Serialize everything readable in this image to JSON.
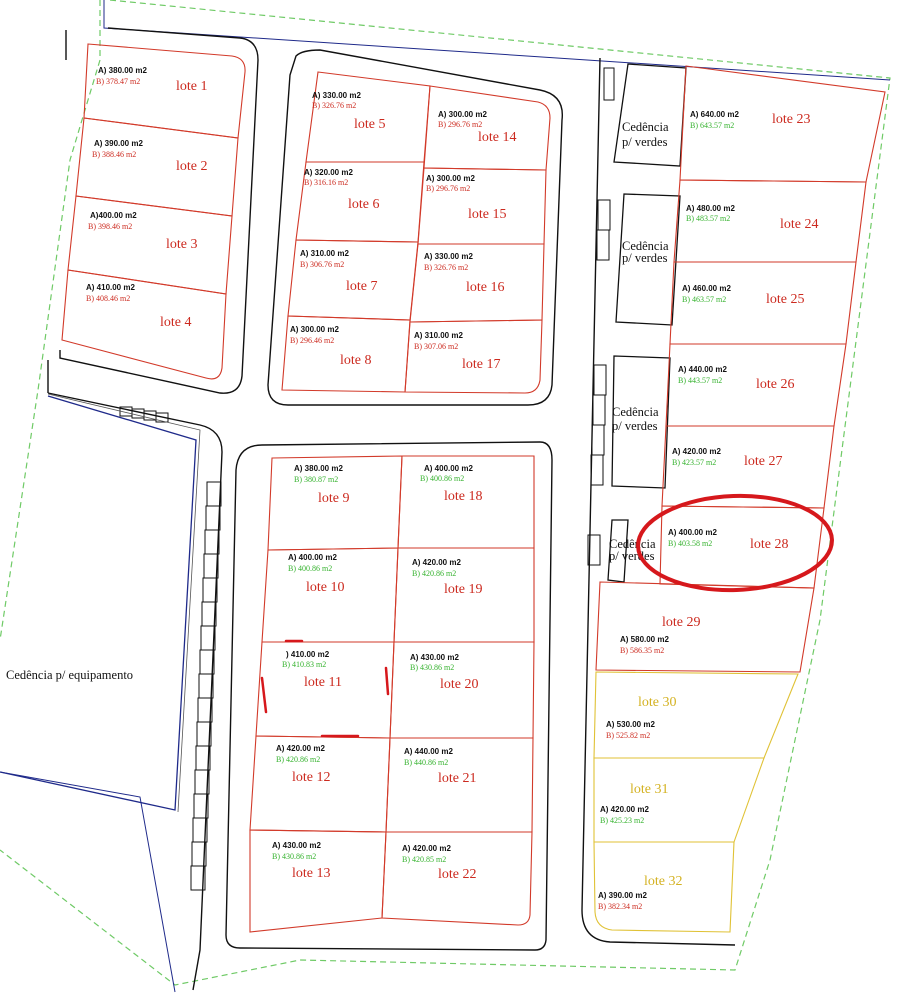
{
  "colors": {
    "lot_outline": "#d23a2a",
    "lot_text": "#cc2a1f",
    "area_b_red": "#cc2a1f",
    "area_b_green": "#35b22e",
    "yellow_lot": "#e0c236",
    "road": "#111111",
    "boundary_dashed": "#6fca66",
    "equipment_border": "#1f2a8a",
    "highlight_circle": "#d6181c"
  },
  "lots": [
    {
      "id": 1,
      "name": "lote 1",
      "area_a": "A) 380.00 m2",
      "area_b": "B) 378.47 m2"
    },
    {
      "id": 2,
      "name": "lote 2",
      "area_a": "A) 390.00 m2",
      "area_b": "B) 388.46 m2"
    },
    {
      "id": 3,
      "name": "lote 3",
      "area_a": "A)400.00 m2",
      "area_b": "B) 398.46 m2"
    },
    {
      "id": 4,
      "name": "lote 4",
      "area_a": "A) 410.00 m2",
      "area_b": "B) 408.46 m2"
    },
    {
      "id": 5,
      "name": "lote 5",
      "area_a": "A) 330.00 m2",
      "area_b": "B) 326.76 m2"
    },
    {
      "id": 6,
      "name": "lote 6",
      "area_a": "A) 320.00 m2",
      "area_b": "B) 316.16 m2"
    },
    {
      "id": 7,
      "name": "lote 7",
      "area_a": "A) 310.00 m2",
      "area_b": "B) 306.76 m2"
    },
    {
      "id": 8,
      "name": "lote 8",
      "area_a": "A) 300.00 m2",
      "area_b": "B) 296.46 m2"
    },
    {
      "id": 9,
      "name": "lote 9",
      "area_a": "A) 380.00 m2",
      "area_b": "B) 380.87 m2"
    },
    {
      "id": 10,
      "name": "lote 10",
      "area_a": "A) 400.00 m2",
      "area_b": "B) 400.86 m2"
    },
    {
      "id": 11,
      "name": "lote 11",
      "area_a": ") 410.00 m2",
      "area_b": "B) 410.83 m2"
    },
    {
      "id": 12,
      "name": "lote 12",
      "area_a": "A) 420.00 m2",
      "area_b": "B) 420.86 m2"
    },
    {
      "id": 13,
      "name": "lote 13",
      "area_a": "A) 430.00 m2",
      "area_b": "B) 430.86 m2"
    },
    {
      "id": 14,
      "name": "lote 14",
      "area_a": "A) 300.00 m2",
      "area_b": "B) 296.76 m2"
    },
    {
      "id": 15,
      "name": "lote 15",
      "area_a": "A) 300.00 m2",
      "area_b": "B) 296.76 m2"
    },
    {
      "id": 16,
      "name": "lote 16",
      "area_a": "A) 330.00 m2",
      "area_b": "B) 326.76 m2"
    },
    {
      "id": 17,
      "name": "lote 17",
      "area_a": "A) 310.00 m2",
      "area_b": "B) 307.06 m2"
    },
    {
      "id": 18,
      "name": "lote 18",
      "area_a": "A) 400.00 m2",
      "area_b": "B) 400.86 m2"
    },
    {
      "id": 19,
      "name": "lote 19",
      "area_a": "A) 420.00 m2",
      "area_b": "B) 420.86 m2"
    },
    {
      "id": 20,
      "name": "lote 20",
      "area_a": "A) 430.00 m2",
      "area_b": "B) 430.86 m2"
    },
    {
      "id": 21,
      "name": "lote 21",
      "area_a": "A) 440.00 m2",
      "area_b": "B) 440.86 m2"
    },
    {
      "id": 22,
      "name": "lote 22",
      "area_a": "A) 420.00 m2",
      "area_b": "B) 420.85 m2"
    },
    {
      "id": 23,
      "name": "lote 23",
      "area_a": "A) 640.00 m2",
      "area_b": "B) 643.57 m2"
    },
    {
      "id": 24,
      "name": "lote 24",
      "area_a": "A) 480.00 m2",
      "area_b": "B) 483.57 m2"
    },
    {
      "id": 25,
      "name": "lote 25",
      "area_a": "A) 460.00 m2",
      "area_b": "B) 463.57 m2"
    },
    {
      "id": 26,
      "name": "lote 26",
      "area_a": "A) 440.00 m2",
      "area_b": "B) 443.57 m2"
    },
    {
      "id": 27,
      "name": "lote 27",
      "area_a": "A) 420.00 m2",
      "area_b": "B) 423.57 m2"
    },
    {
      "id": 28,
      "name": "lote 28",
      "area_a": "A) 400.00 m2",
      "area_b": "B) 403.58 m2"
    },
    {
      "id": 29,
      "name": "lote 29",
      "area_a": "A) 580.00 m2",
      "area_b": "B) 586.35 m2"
    },
    {
      "id": 30,
      "name": "lote 30",
      "area_a": "A) 530.00 m2",
      "area_b": "B) 525.82 m2"
    },
    {
      "id": 31,
      "name": "lote 31",
      "area_a": "A) 420.00 m2",
      "area_b": "B) 425.23 m2"
    },
    {
      "id": 32,
      "name": "lote 32",
      "area_a": "A) 390.00 m2",
      "area_b": "B) 382.34 m2"
    }
  ],
  "cedencia_verdes": [
    {
      "line1": "Cedência",
      "line2": "p/ verdes"
    },
    {
      "line1": "Cedência",
      "line2": "p/ verdes"
    },
    {
      "line1": "Cedência",
      "line2": "p/ verdes"
    },
    {
      "line1": "Cedência",
      "line2": "p/ verdes"
    }
  ],
  "cedencia_equipamento": "Cedência p/ equipamento",
  "highlighted_lot": "lote 28"
}
